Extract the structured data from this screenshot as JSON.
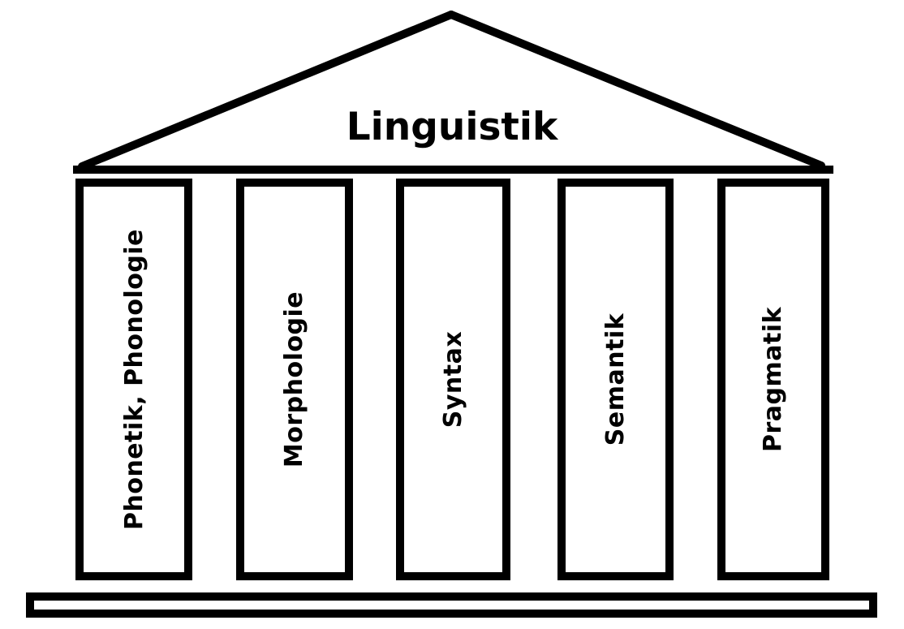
{
  "title": "Linguistik",
  "pillars": [
    {
      "label": "Phonetik, Phonologie"
    },
    {
      "label": "Morphologie"
    },
    {
      "label": "Syntax"
    },
    {
      "label": "Semantik"
    },
    {
      "label": "Pragmatik"
    }
  ],
  "colors": {
    "ink": "#000000",
    "background": "#ffffff"
  }
}
